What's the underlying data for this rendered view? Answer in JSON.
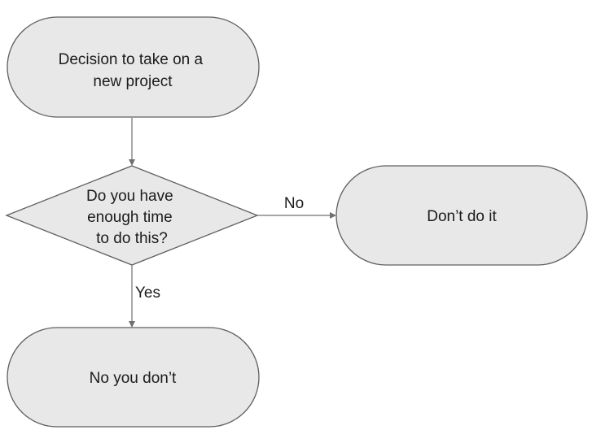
{
  "diagram": {
    "nodes": {
      "start": {
        "shape": "terminator",
        "lines": [
          "Decision to take on a",
          "new project"
        ]
      },
      "question": {
        "shape": "decision",
        "lines": [
          "Do you have",
          "enough time",
          "to do this?"
        ]
      },
      "no_outcome": {
        "shape": "terminator",
        "lines": [
          "Don’t do it"
        ]
      },
      "yes_outcome": {
        "shape": "terminator",
        "lines": [
          "No you don’t"
        ]
      }
    },
    "edges": {
      "start_to_question": {
        "from": "start",
        "to": "question",
        "label": ""
      },
      "question_to_no": {
        "from": "question",
        "to": "no_outcome",
        "label": "No"
      },
      "question_to_yes": {
        "from": "question",
        "to": "yes_outcome",
        "label": "Yes"
      }
    },
    "colors": {
      "node_fill": "#e8e8e8",
      "node_stroke": "#5f5f5f",
      "connector": "#707070",
      "text": "#1c1c1c"
    }
  }
}
